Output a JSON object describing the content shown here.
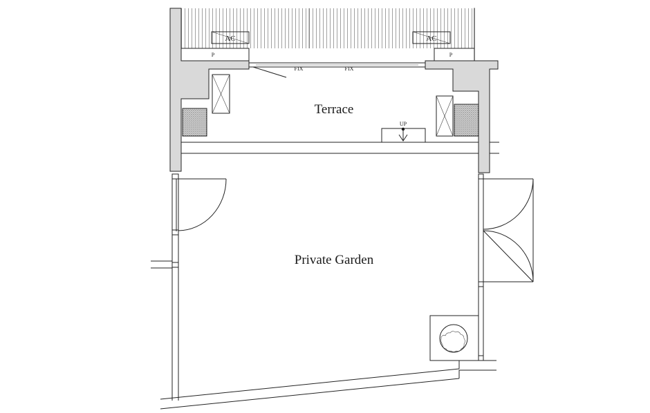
{
  "labels": {
    "terrace": "Terrace",
    "private_garden": "Private Garden",
    "ac": "AC",
    "p": "P",
    "fix": "FIX",
    "up": "UP"
  }
}
